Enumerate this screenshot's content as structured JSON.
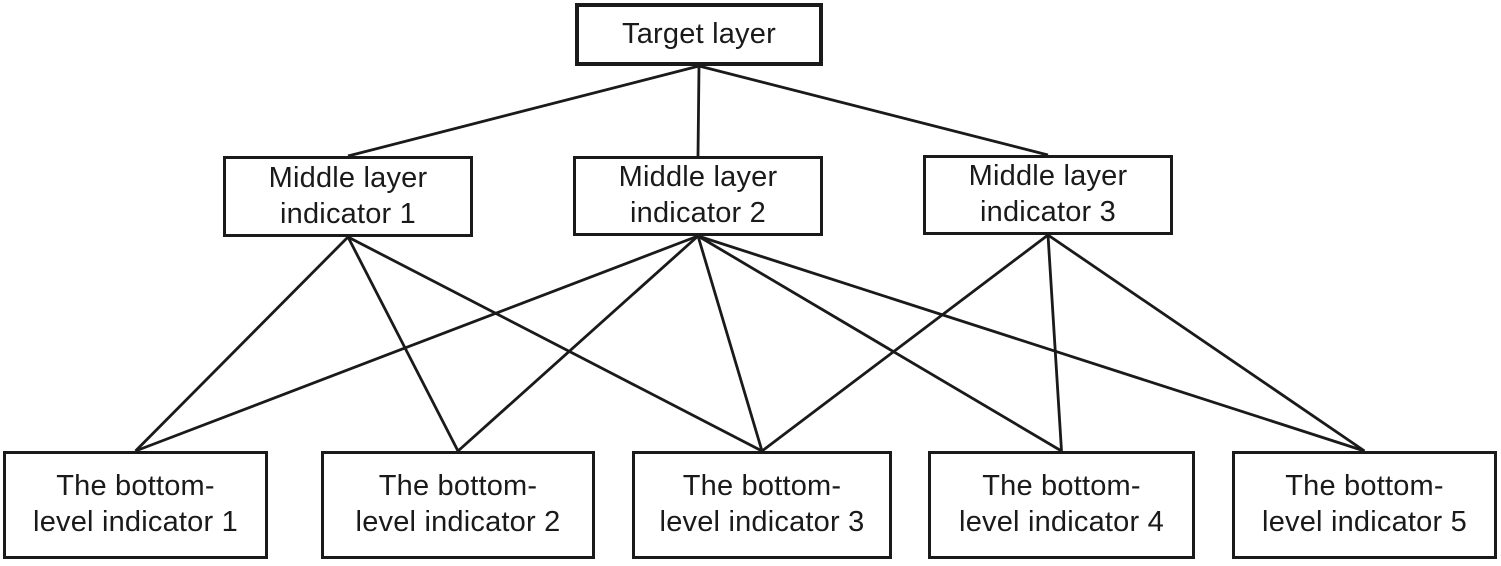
{
  "diagram": {
    "type": "hierarchy",
    "colors": {
      "background": "#ffffff",
      "line": "#1a1a1a",
      "border": "#1a1a1a",
      "text": "#1a1a1a"
    },
    "nodes": [
      {
        "id": "target",
        "level": "top",
        "label": "Target layer"
      },
      {
        "id": "m1",
        "level": "middle",
        "label": "Middle layer\nindicator 1"
      },
      {
        "id": "m2",
        "level": "middle",
        "label": "Middle layer\nindicator 2"
      },
      {
        "id": "m3",
        "level": "middle",
        "label": "Middle layer\nindicator 3"
      },
      {
        "id": "b1",
        "level": "bottom",
        "label": "The bottom-\nlevel indicator 1"
      },
      {
        "id": "b2",
        "level": "bottom",
        "label": "The bottom-\nlevel indicator 2"
      },
      {
        "id": "b3",
        "level": "bottom",
        "label": "The bottom-\nlevel indicator 3"
      },
      {
        "id": "b4",
        "level": "bottom",
        "label": "The bottom-\nlevel indicator 4"
      },
      {
        "id": "b5",
        "level": "bottom",
        "label": "The bottom-\nlevel indicator 5"
      }
    ],
    "edges": [
      [
        "target",
        "m1"
      ],
      [
        "target",
        "m2"
      ],
      [
        "target",
        "m3"
      ],
      [
        "m1",
        "b1"
      ],
      [
        "m1",
        "b2"
      ],
      [
        "m1",
        "b3"
      ],
      [
        "m2",
        "b1"
      ],
      [
        "m2",
        "b2"
      ],
      [
        "m2",
        "b3"
      ],
      [
        "m2",
        "b4"
      ],
      [
        "m2",
        "b5"
      ],
      [
        "m3",
        "b3"
      ],
      [
        "m3",
        "b4"
      ],
      [
        "m3",
        "b5"
      ]
    ],
    "edge_stroke_width": 2.8
  }
}
